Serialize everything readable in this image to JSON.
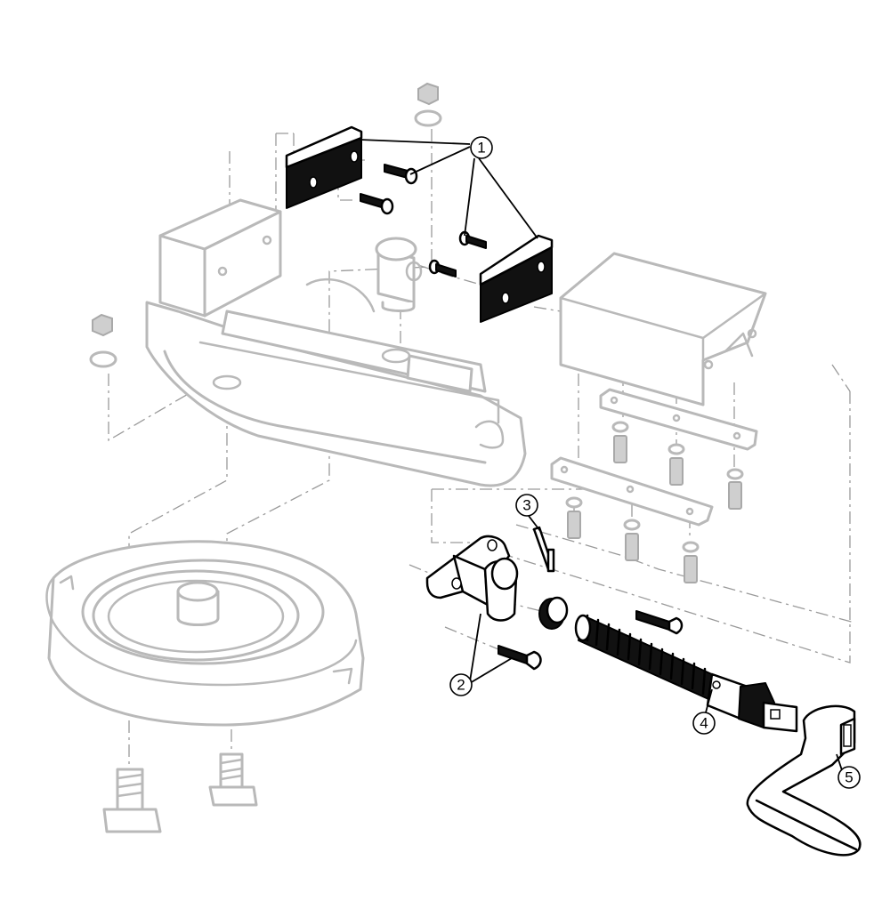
{
  "callouts": [
    {
      "id": "1",
      "label": "1"
    },
    {
      "id": "2",
      "label": "2"
    },
    {
      "id": "3",
      "label": "3"
    },
    {
      "id": "4",
      "label": "4"
    },
    {
      "id": "5",
      "label": "5"
    }
  ],
  "colors": {
    "highlighted_part": "#111111",
    "ghost_part": "#b9b9b9",
    "leader": "#000000"
  }
}
